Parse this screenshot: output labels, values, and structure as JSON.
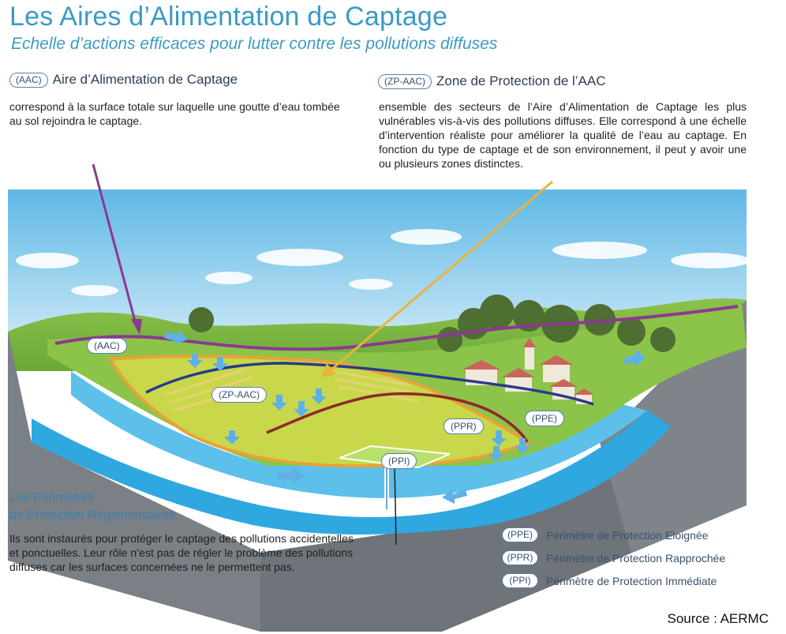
{
  "title": "Les Aires d’Alimentation de Captage",
  "subtitle": "Echelle d’actions efficaces pour lutter contre les pollutions diffuses",
  "aac": {
    "badge": "(AAC)",
    "heading": "Aire d’Alimentation de Captage",
    "description": "correspond à la surface totale sur laquelle une goutte d’eau tombée au sol rejoindra le captage."
  },
  "zp_aac": {
    "badge": "(ZP-AAC)",
    "heading": "Zone de Protection de l’AAC",
    "description": "ensemble des secteurs de l’Aire d’Alimentation de Captage les plus vulnérables vis-à-vis des pollutions diffuses. Elle correspond à une échelle d’intervention réaliste pour améliorer la qualité de l’eau au captage. En fonction du type de captage et de son environnement, il peut y avoir une ou plusieurs zones distinctes."
  },
  "map_labels": {
    "aac": "(AAC)",
    "zp_aac": "(ZP-AAC)",
    "ppr": "(PPR)",
    "ppe": "(PPE)",
    "ppi": "(PPI)"
  },
  "perimetres": {
    "title_line1": "Les Périmètres",
    "title_line2": "de Protection Réglementaires",
    "description": "Ils sont instaurés pour protéger le captage des pollutions accidentelles et ponctuelles. Leur rôle n’est pas de régler le problème des pollutions diffuses car les surfaces concernées ne le permettent pas."
  },
  "legend": [
    {
      "badge": "(PPE)",
      "label": "Périmètre de Protection Eloignée"
    },
    {
      "badge": "(PPR)",
      "label": "Périmètre de Protection Rapprochée"
    },
    {
      "badge": "(PPI)",
      "label": "Périmètre de Protection Immédiate"
    }
  ],
  "source": "Source : AERMC",
  "colors": {
    "title": "#3b9ac4",
    "aac_line": "#8b3a8f",
    "zp_arrow": "#e8b53a",
    "ppe_line": "#2a3a8c",
    "ppr_line": "#8b2a2a",
    "zone_fill": "#c8d84a",
    "water": "#2fa8e0",
    "ground": "#7a8085"
  }
}
